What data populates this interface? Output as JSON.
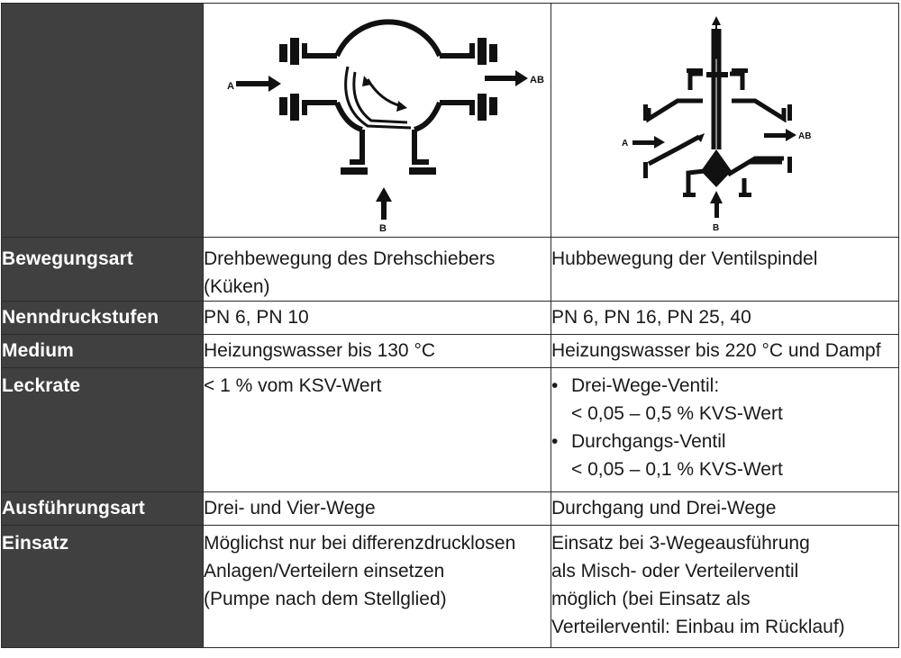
{
  "figures": {
    "left": {
      "label_a": "A",
      "label_ab": "AB",
      "label_b": "B"
    },
    "right": {
      "label_a": "A",
      "label_ab": "AB",
      "label_b": "B"
    }
  },
  "rows": [
    {
      "label": "Bewegungsart",
      "left": [
        "Drehbewegung des Drehschiebers",
        "(Küken)"
      ],
      "right": [
        "Hubbewegung der Ventilspindel"
      ]
    },
    {
      "label": "Nenndruckstufen",
      "left": [
        "PN 6, PN 10"
      ],
      "right": [
        "PN 6, PN 16, PN 25, 40"
      ]
    },
    {
      "label": "Medium",
      "left": [
        "Heizungswasser bis 130 °C"
      ],
      "right": [
        "Heizungswasser bis 220 °C und Dampf"
      ]
    },
    {
      "label": "Leckrate",
      "left": [
        "< 1 % vom KSV-Wert"
      ],
      "right_bullets": [
        {
          "bullet": "•",
          "lines": [
            "Drei-Wege-Ventil:",
            "< 0,05 – 0,5 % KVS-Wert"
          ]
        },
        {
          "bullet": "•",
          "lines": [
            "Durchgangs-Ventil",
            "< 0,05 – 0,1 % KVS-Wert"
          ]
        }
      ]
    },
    {
      "label": "Ausführungsart",
      "left": [
        "Drei- und Vier-Wege"
      ],
      "right": [
        "Durchgang und Drei-Wege"
      ]
    },
    {
      "label": "Einsatz",
      "left": [
        "Möglichst nur bei differenzdrucklosen",
        "Anlagen/Verteilern einsetzen",
        "(Pumpe nach dem Stellglied)"
      ],
      "right": [
        "Einsatz bei 3-Wegeausführung",
        "als Misch- oder Verteilerventil",
        "möglich (bei Einsatz als",
        "Verteilerventil: Einbau im Rücklauf)"
      ]
    }
  ]
}
